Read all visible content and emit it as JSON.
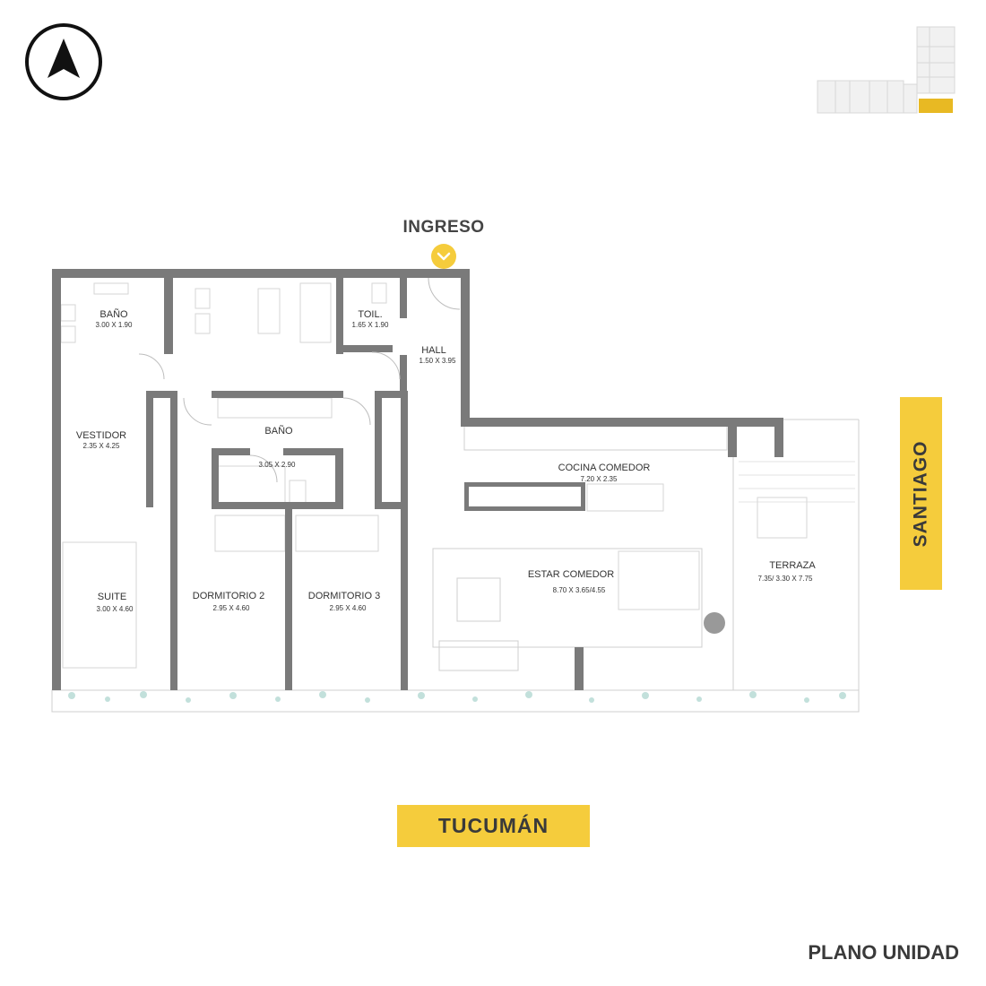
{
  "header": {
    "compass_icon": "north-arrow-icon",
    "minimap_icon": "building-key-plan-icon",
    "minimap_highlight_color": "#e8b923"
  },
  "entrance": {
    "label": "INGRESO",
    "icon": "chevron-down-icon",
    "color": "#f5cc3c"
  },
  "rooms": {
    "bano1": {
      "name": "BAÑO",
      "dims": "3.00 X 1.90"
    },
    "toil": {
      "name": "TOIL.",
      "dims": "1.65 X 1.90"
    },
    "hall": {
      "name": "HALL",
      "dims": "1.50 X 3.95"
    },
    "vestidor": {
      "name": "VESTIDOR",
      "dims": "2.35 X 4.25"
    },
    "bano2": {
      "name": "BAÑO",
      "dims": "3.05 X 2.90"
    },
    "cocina": {
      "name": "COCINA COMEDOR",
      "dims": "7.20 X 2.35"
    },
    "estar": {
      "name": "ESTAR COMEDOR",
      "dims": "8.70 X 3.65/4.55"
    },
    "terraza": {
      "name": "TERRAZA",
      "dims": "7.35/ 3.30 X 7.75"
    },
    "suite": {
      "name": "SUITE",
      "dims": "3.00 X 4.60"
    },
    "dorm2": {
      "name": "DORMITORIO 2",
      "dims": "2.95 X 4.60"
    },
    "dorm3": {
      "name": "DORMITORIO 3",
      "dims": "2.95 X 4.60"
    }
  },
  "streets": {
    "bottom": "TUCUMÁN",
    "right": "SANTIAGO",
    "color": "#f5cc3c"
  },
  "footer": {
    "title": "PLANO UNIDAD"
  }
}
